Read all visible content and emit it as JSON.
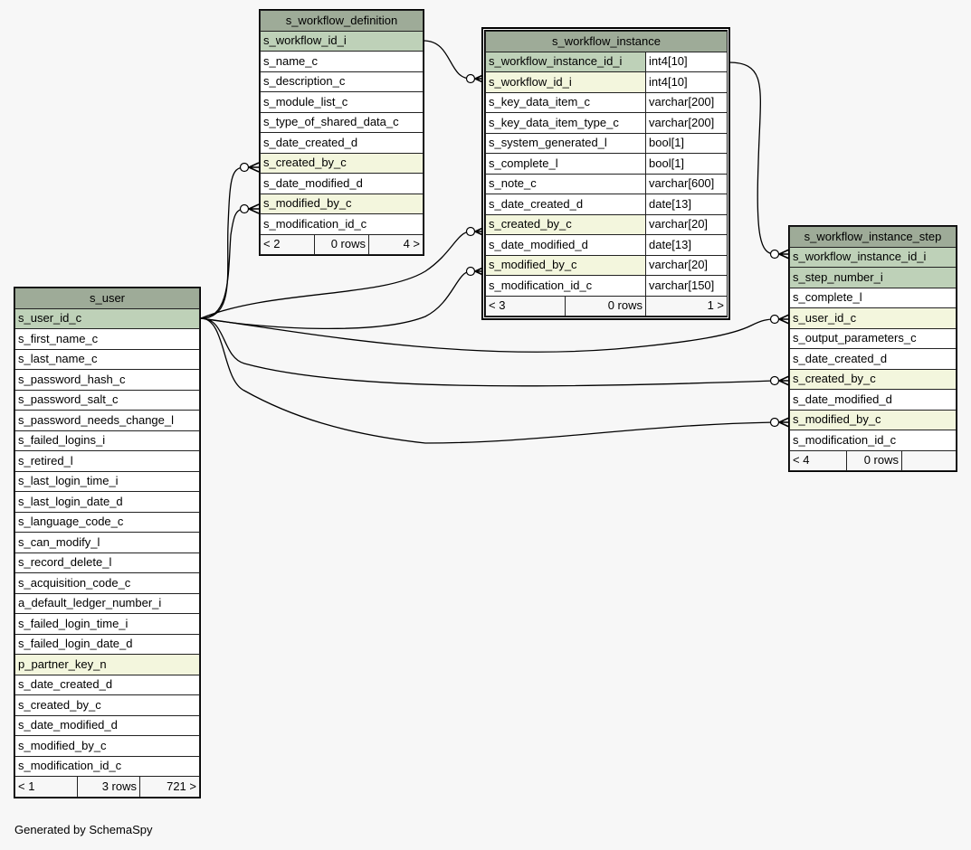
{
  "footer": "Generated by SchemaSpy",
  "colors": {
    "background": "#f7f7f7",
    "header": "#9eab98",
    "primary_key": "#bed1b8",
    "foreign_key": "#f3f6dd",
    "row": "#ffffff"
  },
  "tables": {
    "s_workflow_definition": {
      "name": "s_workflow_definition",
      "columns": [
        {
          "name": "s_workflow_id_i",
          "kind": "pk"
        },
        {
          "name": "s_name_c",
          "kind": ""
        },
        {
          "name": "s_description_c",
          "kind": ""
        },
        {
          "name": "s_module_list_c",
          "kind": ""
        },
        {
          "name": "s_type_of_shared_data_c",
          "kind": ""
        },
        {
          "name": "s_date_created_d",
          "kind": ""
        },
        {
          "name": "s_created_by_c",
          "kind": "fk"
        },
        {
          "name": "s_date_modified_d",
          "kind": ""
        },
        {
          "name": "s_modified_by_c",
          "kind": "fk"
        },
        {
          "name": "s_modification_id_c",
          "kind": ""
        }
      ],
      "footer": {
        "parents": "< 2",
        "rows": "0 rows",
        "children": "4 >"
      }
    },
    "s_workflow_instance": {
      "name": "s_workflow_instance",
      "columns": [
        {
          "name": "s_workflow_instance_id_i",
          "type": "int4[10]",
          "kind": "pk"
        },
        {
          "name": "s_workflow_id_i",
          "type": "int4[10]",
          "kind": "fk"
        },
        {
          "name": "s_key_data_item_c",
          "type": "varchar[200]",
          "kind": ""
        },
        {
          "name": "s_key_data_item_type_c",
          "type": "varchar[200]",
          "kind": ""
        },
        {
          "name": "s_system_generated_l",
          "type": "bool[1]",
          "kind": ""
        },
        {
          "name": "s_complete_l",
          "type": "bool[1]",
          "kind": ""
        },
        {
          "name": "s_note_c",
          "type": "varchar[600]",
          "kind": ""
        },
        {
          "name": "s_date_created_d",
          "type": "date[13]",
          "kind": ""
        },
        {
          "name": "s_created_by_c",
          "type": "varchar[20]",
          "kind": "fk"
        },
        {
          "name": "s_date_modified_d",
          "type": "date[13]",
          "kind": ""
        },
        {
          "name": "s_modified_by_c",
          "type": "varchar[20]",
          "kind": "fk"
        },
        {
          "name": "s_modification_id_c",
          "type": "varchar[150]",
          "kind": ""
        }
      ],
      "footer": {
        "parents": "< 3",
        "rows": "0 rows",
        "children": "1 >"
      }
    },
    "s_workflow_instance_step": {
      "name": "s_workflow_instance_step",
      "columns": [
        {
          "name": "s_workflow_instance_id_i",
          "kind": "pk"
        },
        {
          "name": "s_step_number_i",
          "kind": "pk"
        },
        {
          "name": "s_complete_l",
          "kind": ""
        },
        {
          "name": "s_user_id_c",
          "kind": "fk"
        },
        {
          "name": "s_output_parameters_c",
          "kind": ""
        },
        {
          "name": "s_date_created_d",
          "kind": ""
        },
        {
          "name": "s_created_by_c",
          "kind": "fk"
        },
        {
          "name": "s_date_modified_d",
          "kind": ""
        },
        {
          "name": "s_modified_by_c",
          "kind": "fk"
        },
        {
          "name": "s_modification_id_c",
          "kind": ""
        }
      ],
      "footer": {
        "parents": "< 4",
        "rows": "0 rows",
        "children": ""
      }
    },
    "s_user": {
      "name": "s_user",
      "columns": [
        {
          "name": "s_user_id_c",
          "kind": "pk"
        },
        {
          "name": "s_first_name_c",
          "kind": ""
        },
        {
          "name": "s_last_name_c",
          "kind": ""
        },
        {
          "name": "s_password_hash_c",
          "kind": ""
        },
        {
          "name": "s_password_salt_c",
          "kind": ""
        },
        {
          "name": "s_password_needs_change_l",
          "kind": ""
        },
        {
          "name": "s_failed_logins_i",
          "kind": ""
        },
        {
          "name": "s_retired_l",
          "kind": ""
        },
        {
          "name": "s_last_login_time_i",
          "kind": ""
        },
        {
          "name": "s_last_login_date_d",
          "kind": ""
        },
        {
          "name": "s_language_code_c",
          "kind": ""
        },
        {
          "name": "s_can_modify_l",
          "kind": ""
        },
        {
          "name": "s_record_delete_l",
          "kind": ""
        },
        {
          "name": "s_acquisition_code_c",
          "kind": ""
        },
        {
          "name": "a_default_ledger_number_i",
          "kind": ""
        },
        {
          "name": "s_failed_login_time_i",
          "kind": ""
        },
        {
          "name": "s_failed_login_date_d",
          "kind": ""
        },
        {
          "name": "p_partner_key_n",
          "kind": "fk"
        },
        {
          "name": "s_date_created_d",
          "kind": ""
        },
        {
          "name": "s_created_by_c",
          "kind": ""
        },
        {
          "name": "s_date_modified_d",
          "kind": ""
        },
        {
          "name": "s_modified_by_c",
          "kind": ""
        },
        {
          "name": "s_modification_id_c",
          "kind": ""
        }
      ],
      "footer": {
        "parents": "< 1",
        "rows": "3 rows",
        "children": "721 >"
      }
    }
  },
  "relationships": [
    {
      "from": "s_workflow_definition.s_workflow_id_i",
      "to": "s_workflow_instance.s_workflow_id_i"
    },
    {
      "from": "s_workflow_instance.s_workflow_instance_id_i",
      "to": "s_workflow_instance_step.s_workflow_instance_id_i"
    },
    {
      "from": "s_user.s_user_id_c",
      "to": "s_workflow_definition.s_created_by_c"
    },
    {
      "from": "s_user.s_user_id_c",
      "to": "s_workflow_definition.s_modified_by_c"
    },
    {
      "from": "s_user.s_user_id_c",
      "to": "s_workflow_instance.s_created_by_c"
    },
    {
      "from": "s_user.s_user_id_c",
      "to": "s_workflow_instance.s_modified_by_c"
    },
    {
      "from": "s_user.s_user_id_c",
      "to": "s_workflow_instance_step.s_user_id_c"
    },
    {
      "from": "s_user.s_user_id_c",
      "to": "s_workflow_instance_step.s_created_by_c"
    },
    {
      "from": "s_user.s_user_id_c",
      "to": "s_workflow_instance_step.s_modified_by_c"
    }
  ]
}
